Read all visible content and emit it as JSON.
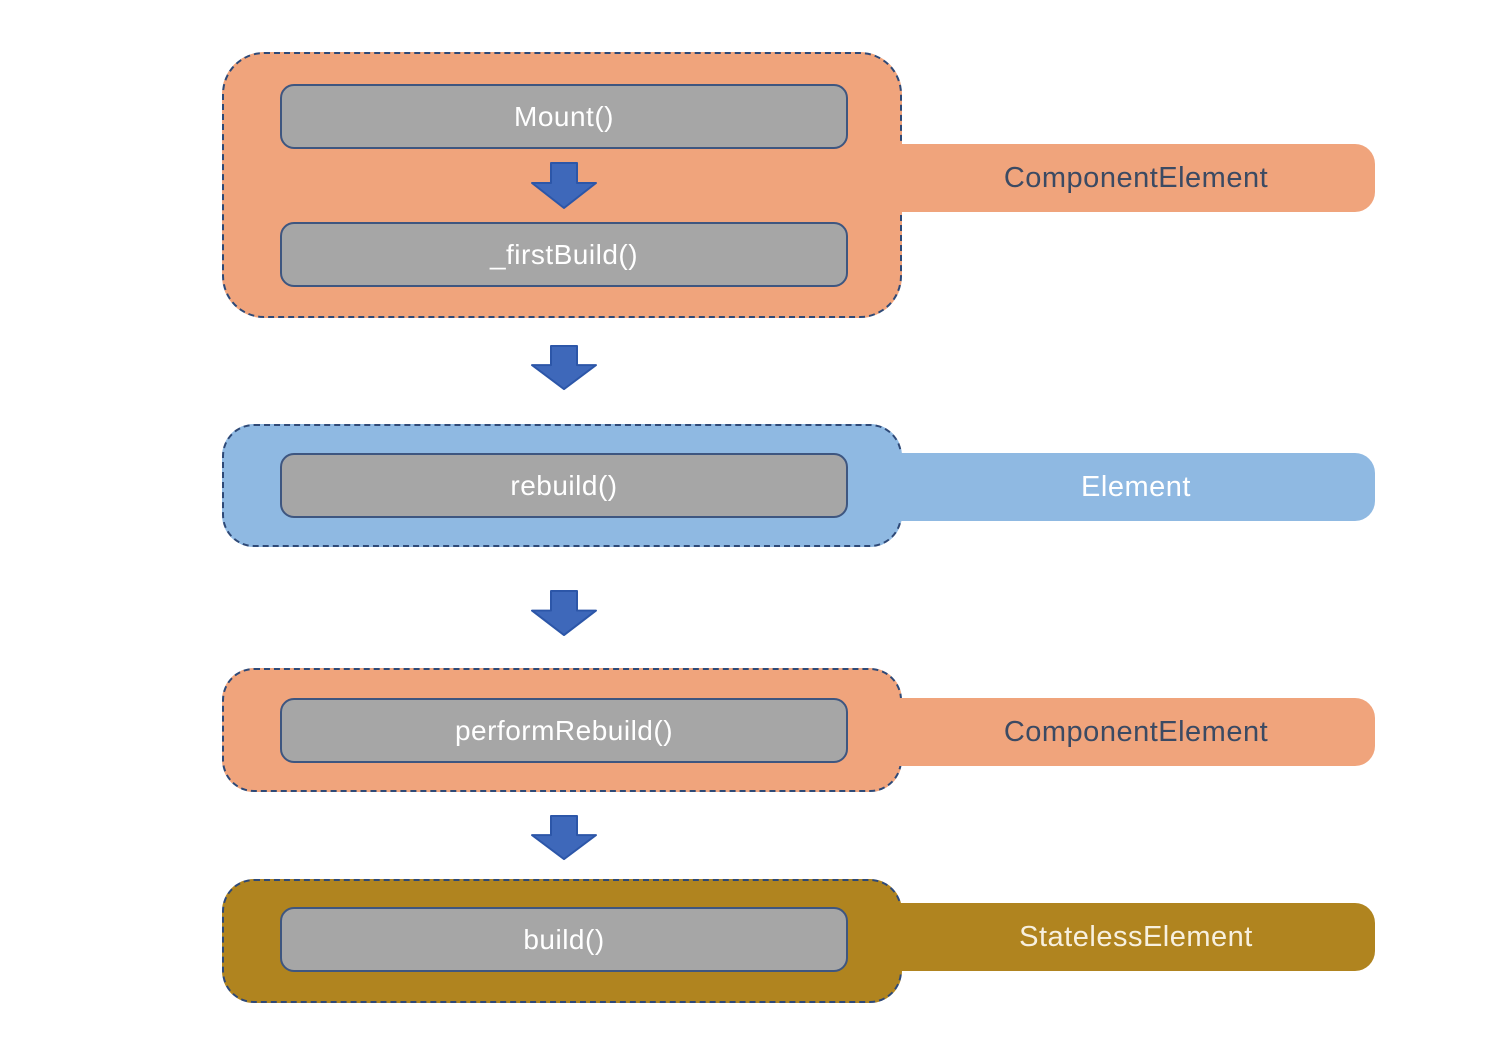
{
  "diagram": {
    "title_hint": "Flutter element build lifecycle flow",
    "groups": [
      {
        "label": "ComponentElement",
        "fill": "#F0A47C",
        "tab_text_color": "#3B4A63",
        "methods": [
          "Mount()",
          "_firstBuild()"
        ]
      },
      {
        "label": "Element",
        "fill": "#8FB9E2",
        "tab_text_color": "#FFFFFF",
        "methods": [
          "rebuild()"
        ]
      },
      {
        "label": "ComponentElement",
        "fill": "#F0A47C",
        "tab_text_color": "#3B4A63",
        "methods": [
          "performRebuild()"
        ]
      },
      {
        "label": "StatelessElement",
        "fill": "#B0841F",
        "tab_text_color": "#F7F0DF",
        "methods": [
          "build()"
        ]
      }
    ],
    "colors": {
      "background": "#FFFFFF",
      "dashed_border": "#2E4977",
      "method_box_fill": "#A6A6A6",
      "method_box_border": "#3E5680",
      "method_text": "#FFFFFF",
      "arrow_fill": "#3E68BA",
      "arrow_stroke": "#2C56A8"
    }
  }
}
